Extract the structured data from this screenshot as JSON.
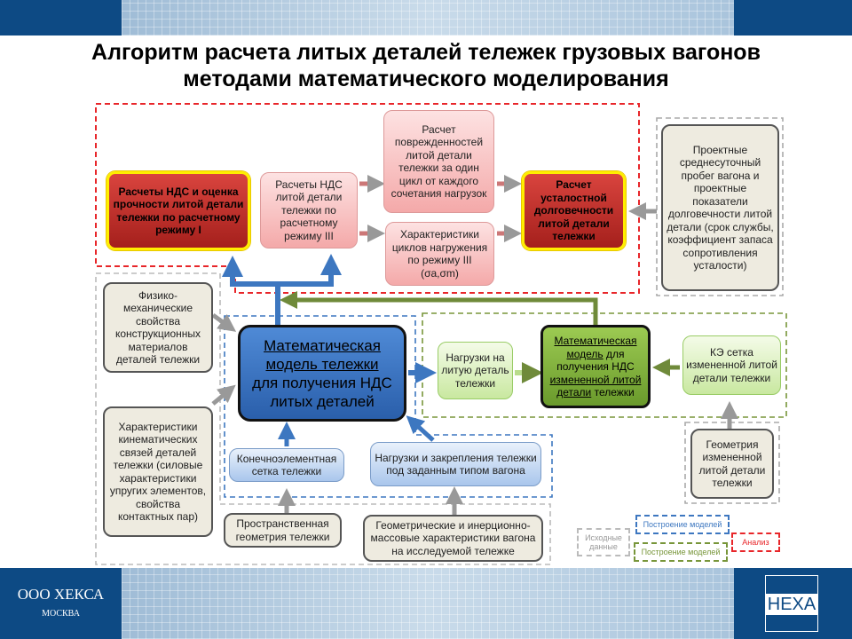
{
  "title": [
    "Алгоритм расчета литых деталей тележек грузовых вагонов",
    "методами математического моделирования"
  ],
  "boxes": {
    "ndsI": "Расчеты НДС и оценка прочности литой детали тележки по расчетному режиму I",
    "ndsIII": "Расчеты НДС литой детали тележки по расчетному режиму III",
    "damage": "Расчет поврежденностей литой детали тележки за один цикл от каждого сочетания нагрузок",
    "cycles": "Характеристики циклов нагружения по режиму III (σa,σm)",
    "durability": "Расчет усталостной долговечности литой детали тележки",
    "design": "Проектные среднесуточный пробег вагона и проектные показатели долговечности литой детали (срок службы, коэффициент запаса сопротивления усталости)",
    "physmech": "Физико-механические свойства конструкционных материалов деталей тележки",
    "kinem": "Характеристики кинематических связей деталей тележки (силовые характеристики упругих элементов, свойства контактных пар)",
    "mainModel": "Математическая модель тележки",
    "mainModel2": "для получения НДС литых деталей",
    "fem": "Конечноэлементная сетка тележки",
    "loads": "Нагрузки и закрепления тележки под заданным типом вагона",
    "spatial": "Пространственная геометрия тележки",
    "geomInert": "Геометрические и инерционно-массовые характеристики вагона на исследуемой тележке",
    "castLoads": "Нагрузки на литую деталь тележки",
    "greenModelA": "Математическая модель",
    "greenModelB": " для получения НДС ",
    "greenModelC": "измененной литой детали",
    "greenModelD": " тележки",
    "keMesh": "КЭ сетка измененной литой детали тележки",
    "changedGeom": "Геометрия измененной литой детали тележки"
  },
  "legend": {
    "source": "Исходные данные",
    "blue": "Построение моделей",
    "green": "Построение моделей",
    "analysis": "Анализ"
  },
  "footer": {
    "company": "ООО ХЕКСА",
    "city": "МОСКВА",
    "logo": "HEXA"
  },
  "colors": {
    "band": "#0d4a84",
    "red": "#e8262a",
    "blue": "#3d77c0",
    "green": "#78963a"
  }
}
